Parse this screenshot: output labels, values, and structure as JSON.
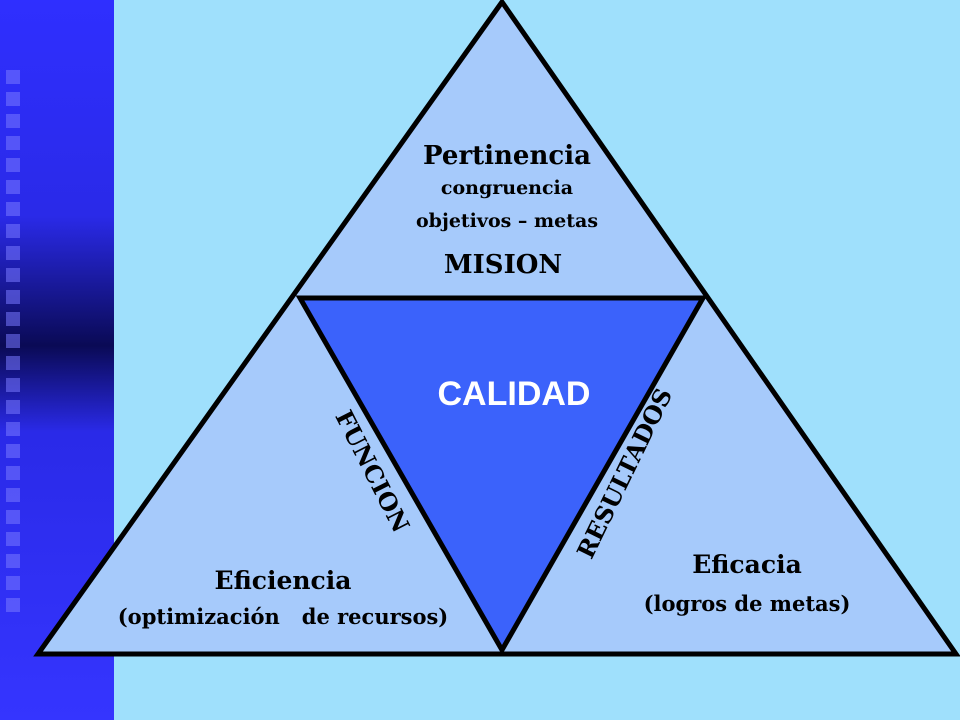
{
  "diagram": {
    "top": {
      "title": "Pertinencia",
      "line1": "congruencia",
      "line2": "objetivos – metas",
      "label": "MISION"
    },
    "center": {
      "label": "CALIDAD"
    },
    "left": {
      "title": "Eficiencia",
      "subtitle": "(optimización   de recursos)",
      "edge_label": "FUNCION"
    },
    "right": {
      "title": "Eficacia",
      "subtitle": "(logros de metas)",
      "edge_label": "RESULTADOS"
    },
    "colors": {
      "background": "#9fe0fc",
      "outer_triangle": "#a6cafb",
      "inner_triangle": "#3b62fb",
      "sidebar": "#2f2fff",
      "outline": "#000000",
      "center_text": "#ffffff"
    }
  }
}
